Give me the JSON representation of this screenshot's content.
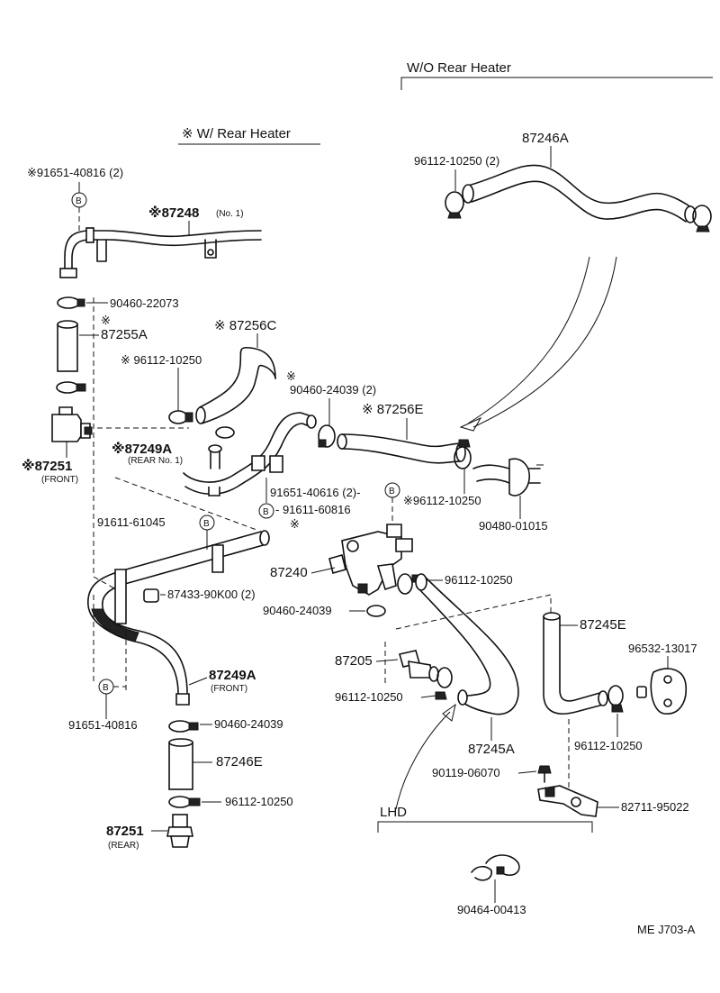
{
  "headers": {
    "wo_rear_heater": "W/O Rear Heater",
    "w_rear_heater": "※ W/ Rear Heater",
    "lhd": "LHD"
  },
  "labels": {
    "p91651_40816_2": "※91651-40816 (2)",
    "b_top": "B",
    "p87248": "※87248",
    "p87248_note": "(No. 1)",
    "p90460_22073": "90460-22073",
    "star_87255a": "※",
    "p87255a": "87255A",
    "p87256c": "※ 87256C",
    "p96112_10250_a": "※ 96112-10250",
    "star_90460": "※",
    "p90460_24039_2": "90460-24039 (2)",
    "p87256e": "※ 87256E",
    "p87251_front": "※87251",
    "p87251_front_note": "(FRONT)",
    "p87249a_rear": "※87249A",
    "p87249a_rear_note": "(REAR No. 1)",
    "p91651_40616_2": "91651-40616 (2)-",
    "b_mid": "B",
    "p96112_10250_b": "※96112-10250",
    "b_91611": "B",
    "p91611_60816": "- 91611-60816",
    "star_91611": "※",
    "p90480_01015": "90480-01015",
    "p91611_61045": "91611-61045",
    "b_61045": "B",
    "p87240": "87240",
    "p96112_10250_c": "96112-10250",
    "p87433": "87433-90K00 (2)",
    "p90460_24039": "90460-24039",
    "p87245e": "87245E",
    "p96532_13017": "96532-13017",
    "p87205": "87205",
    "p87249a_front": "87249A",
    "p87249a_front_note": "(FRONT)",
    "b_bottom": "B",
    "p96112_10250_d": "96112-10250",
    "p91651_40816": "91651-40816",
    "p90460_24039_b": "90460-24039",
    "p87245a": "87245A",
    "p96112_10250_e": "96112-10250",
    "p87246e": "87246E",
    "p90119_06070": "90119-06070",
    "p96112_10250_f": "96112-10250",
    "p82711_95022": "82711-95022",
    "p87251_rear": "87251",
    "p87251_rear_note": "(REAR)",
    "p90464_00413": "90464-00413",
    "p87246a": "87246A",
    "p96112_10250_2": "96112-10250 (2)",
    "ref_code": "ME  J703-A"
  }
}
